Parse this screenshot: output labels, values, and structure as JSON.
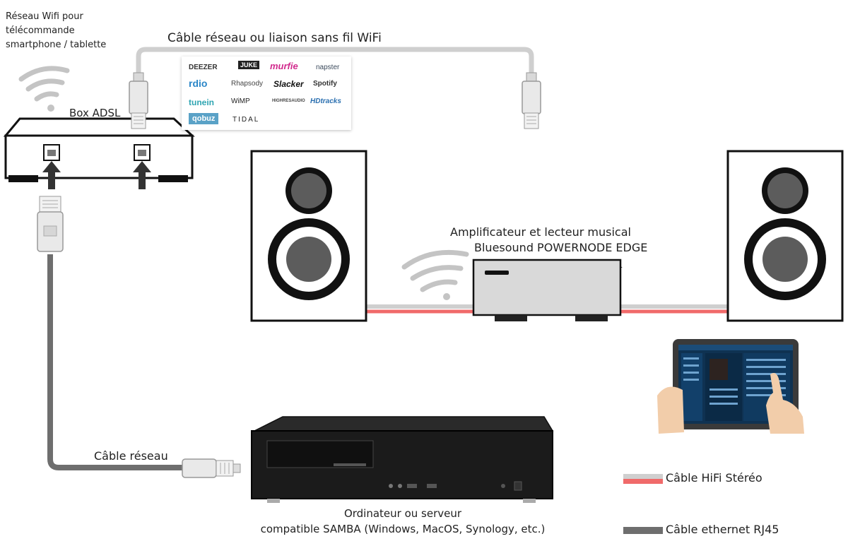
{
  "labels": {
    "wifi_remote": [
      "Réseau Wifi pour",
      "télécommande",
      "smartphone / tablette"
    ],
    "cable_or_wifi": "Câble réseau ou liaison sans fil WiFi",
    "box": "Box ADSL",
    "amp_line1": "Amplificateur et lecteur musical",
    "amp_line2": "Bluesound POWERNODE EDGE",
    "network_cable": "Câble réseau",
    "pc_line1": "Ordinateur ou serveur",
    "pc_line2": "compatible SAMBA (Windows, MacOS, Synology, etc.)"
  },
  "services": [
    "DEEZER",
    "JUKE",
    "murfie",
    "napster",
    "rdio",
    "Rhapsody",
    "Slacker",
    "Spotify",
    "tunein",
    "WiMP",
    "HIGHRESAUDIO",
    "HDtracks",
    "qobuz",
    "TIDAL"
  ],
  "legend": {
    "hifi": "Câble HiFi Stéréo",
    "ethernet": "Câble ethernet RJ45"
  },
  "colors": {
    "hifi_red": "#f06a6a",
    "hifi_grey": "#cfcfcf",
    "ethernet": "#6e6e6e",
    "wifi_grey": "#bdbdbd"
  }
}
